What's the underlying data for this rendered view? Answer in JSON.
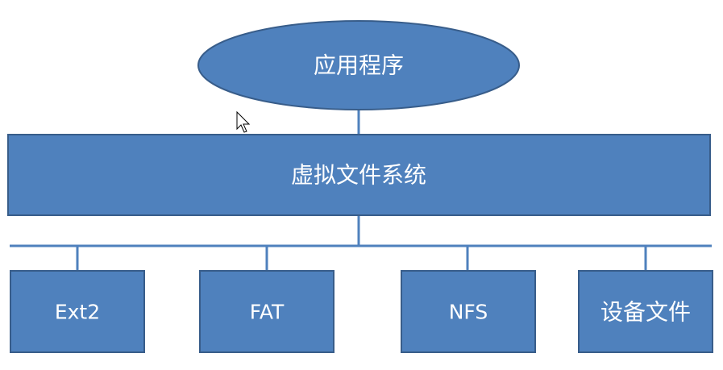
{
  "diagram": {
    "top_node": {
      "label": "应用程序"
    },
    "middle_node": {
      "label": "虚拟文件系统"
    },
    "bottom_nodes": [
      {
        "label": "Ext2"
      },
      {
        "label": "FAT"
      },
      {
        "label": "NFS"
      },
      {
        "label": "设备文件"
      }
    ]
  },
  "colors": {
    "node_fill": "#4f81bd",
    "node_border": "#385d8a",
    "connector": "#4f81bd",
    "label_text": "#ffffff"
  },
  "icons": {
    "cursor": "mouse-pointer-icon"
  }
}
